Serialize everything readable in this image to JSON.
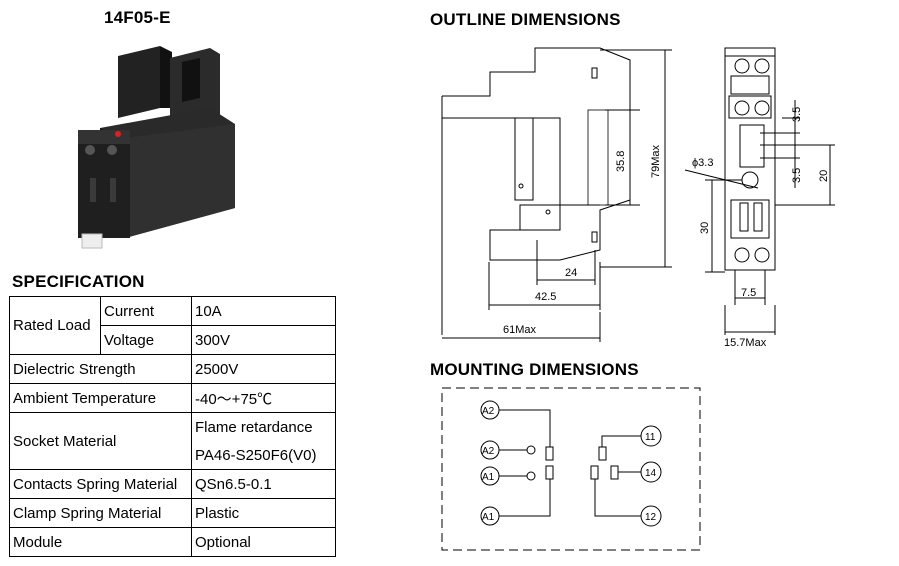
{
  "model": "14F05-E",
  "specification": {
    "title": "SPECIFICATION",
    "rated_load": "Rated Load",
    "current_label": "Current",
    "current_value": "10A",
    "voltage_label": "Voltage",
    "voltage_value": "300V",
    "rows": [
      {
        "label": "Dielectric Strength",
        "value": "2500V"
      },
      {
        "label": "Ambient Temperature",
        "value": "-40～+75℃"
      },
      {
        "label": "Socket Material",
        "value": "Flame retardance",
        "value2": "PA46-S250F6(V0)"
      },
      {
        "label": "Contacts Spring Material",
        "value": "QSn6.5-0.1"
      },
      {
        "label": "Clamp Spring Material",
        "value": "Plastic"
      },
      {
        "label": "Module",
        "value": "Optional"
      }
    ]
  },
  "outline": {
    "title": "OUTLINE DIMENSIONS",
    "dims": {
      "d358": "35.8",
      "d79": "79Max",
      "d24": "24",
      "d425": "42.5",
      "d61": "61Max",
      "d35a": "3.5",
      "d35b": "3.5",
      "d20": "20",
      "d33": "ϕ3.3",
      "d30": "30",
      "d75": "7.5",
      "d157": "15.7Max"
    }
  },
  "mounting": {
    "title": "MOUNTING DIMENSIONS",
    "terminals": {
      "a2_top": "A2",
      "a2": "A2",
      "a1": "A1",
      "a1_bot": "A1",
      "t11": "11",
      "t14": "14",
      "t12": "12"
    }
  }
}
